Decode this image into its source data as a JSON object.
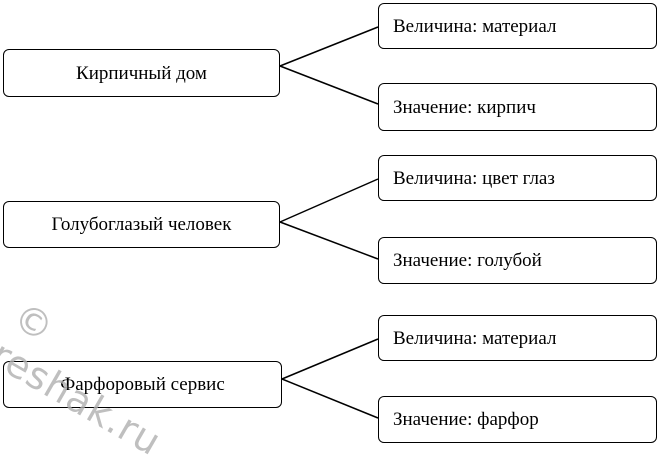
{
  "diagram": {
    "groups": [
      {
        "object": "Кирпичный дом",
        "quantity": "Величина: материал",
        "value": "Значение: кирпич"
      },
      {
        "object": "Голубоглазый человек",
        "quantity": "Величина: цвет глаз",
        "value": "Значение:  голубой"
      },
      {
        "object": "Фарфоровый сервис",
        "quantity": "Величина:  материал",
        "value": "Значение:  фарфор"
      }
    ]
  },
  "watermark": {
    "text": "reshak.ru",
    "symbol": "©"
  }
}
